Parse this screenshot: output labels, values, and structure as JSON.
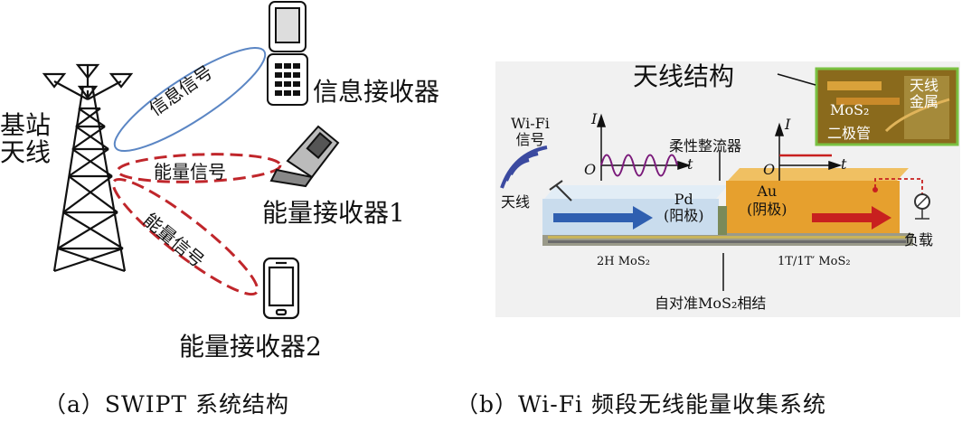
{
  "panel_a": {
    "tower_label": "基站\n天线",
    "info_signal": "信息信号",
    "energy_signal_1": "能量信号",
    "energy_signal_2": "能量信号",
    "info_receiver": "信息接收器",
    "energy_receiver_1": "能量接收器1",
    "energy_receiver_2": "能量接收器2",
    "caption": "（a）SWIPT 系统结构"
  },
  "panel_b": {
    "antenna_structure": "天线结构",
    "inset_mos2": "MoS₂",
    "inset_diode": "二极管",
    "inset_antenna_metal": "天线\n金属",
    "wifi_signal": "Wi-Fi\n信号",
    "antenna": "天线",
    "flexible_rectifier": "柔性整流器",
    "axis_i_left": "I",
    "axis_o_left": "O",
    "axis_t_left": "t",
    "axis_i_right": "I",
    "axis_o_right": "O",
    "axis_t_right": "t",
    "pd_label": "Pd\n(阳极)",
    "au_label": "Au\n(阴极)",
    "load": "负载",
    "mos2_2h": "2H MoS₂",
    "mos2_1t": "1T/1T′ MoS₂",
    "junction": "自对准MoS₂相结",
    "caption": "（b）Wi-Fi 频段无线能量收集系统"
  },
  "colors": {
    "info_ellipse": "#5b86c4",
    "energy_ellipse": "#c0262b",
    "pd_block": "#cfe0ef",
    "au_block": "#e6a02e",
    "blue_arrow": "#2f5fb0",
    "red_arrow": "#c8201f"
  }
}
